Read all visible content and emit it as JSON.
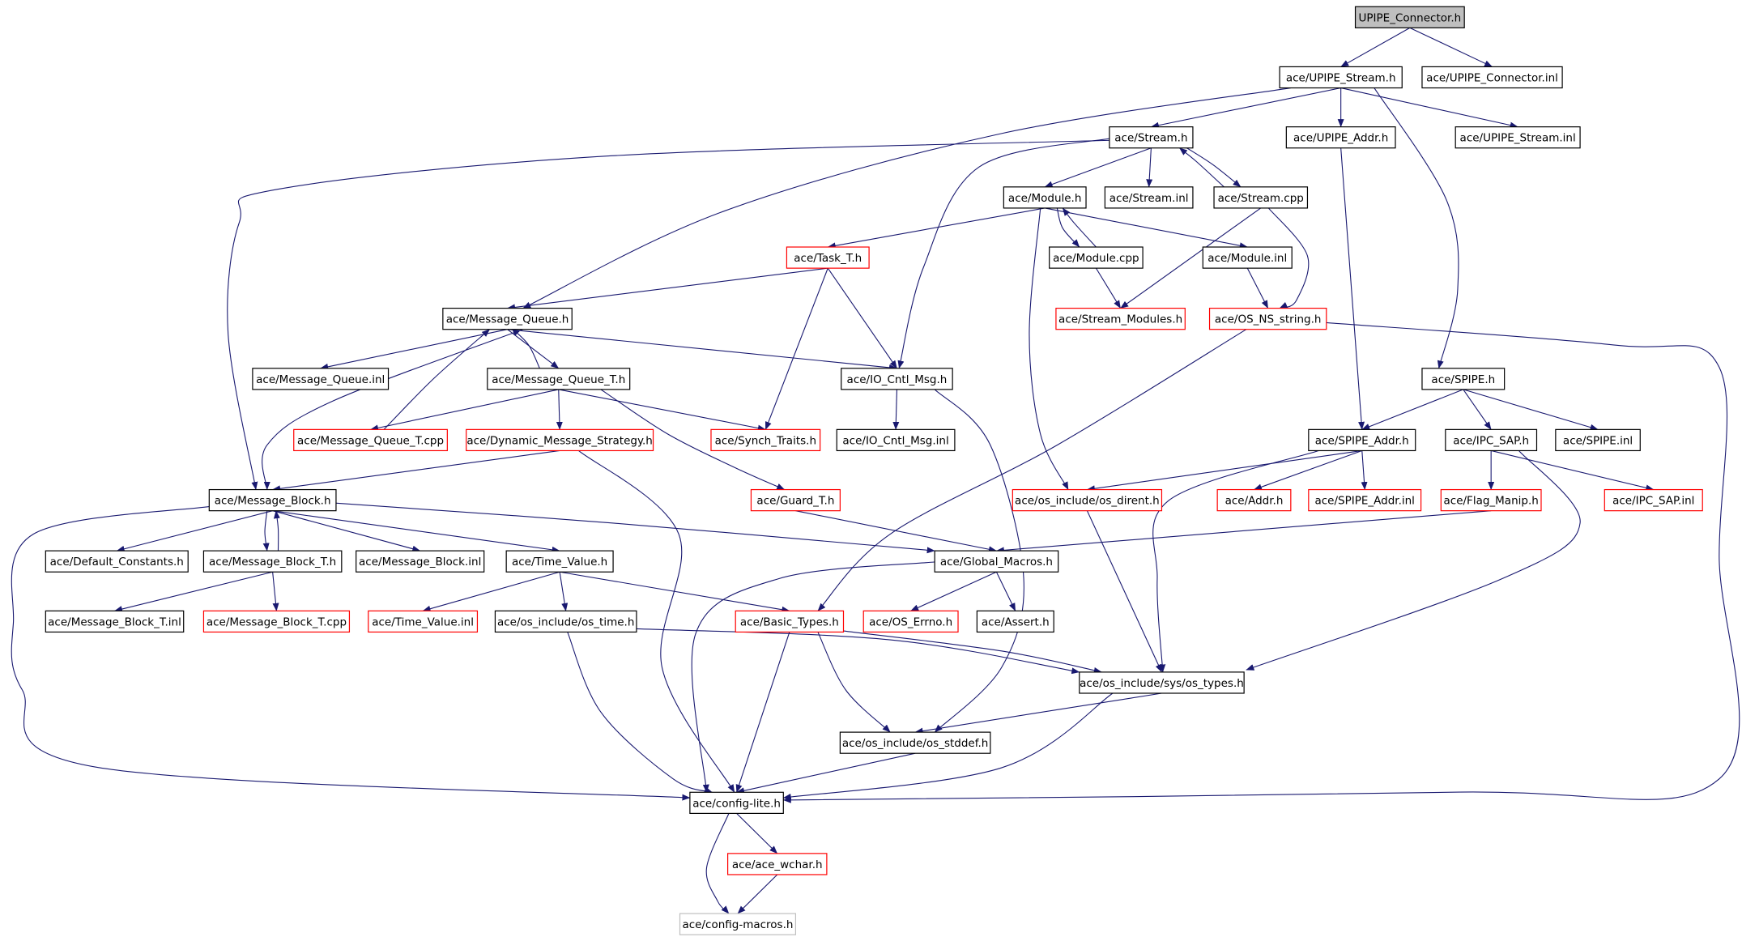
{
  "colors": {
    "edge": "#191970",
    "root_fill": "#bfbfbf",
    "normal_border": "#000000",
    "truncated_border": "#ff0000",
    "faded_border": "#bfbfbf",
    "text": "#000000"
  },
  "nodes": {
    "upipe_connector_h": {
      "label": "UPIPE_Connector.h",
      "style": "root"
    },
    "upipe_stream_h": {
      "label": "ace/UPIPE_Stream.h",
      "style": "normal"
    },
    "upipe_connector_inl": {
      "label": "ace/UPIPE_Connector.inl",
      "style": "normal"
    },
    "stream_h": {
      "label": "ace/Stream.h",
      "style": "normal"
    },
    "upipe_addr_h": {
      "label": "ace/UPIPE_Addr.h",
      "style": "normal"
    },
    "upipe_stream_inl": {
      "label": "ace/UPIPE_Stream.inl",
      "style": "normal"
    },
    "module_h": {
      "label": "ace/Module.h",
      "style": "normal"
    },
    "stream_inl": {
      "label": "ace/Stream.inl",
      "style": "normal"
    },
    "stream_cpp": {
      "label": "ace/Stream.cpp",
      "style": "normal"
    },
    "task_t_h": {
      "label": "ace/Task_T.h",
      "style": "truncated"
    },
    "module_cpp": {
      "label": "ace/Module.cpp",
      "style": "normal"
    },
    "module_inl": {
      "label": "ace/Module.inl",
      "style": "normal"
    },
    "message_queue_h": {
      "label": "ace/Message_Queue.h",
      "style": "normal"
    },
    "stream_modules_h": {
      "label": "ace/Stream_Modules.h",
      "style": "truncated"
    },
    "os_ns_string_h": {
      "label": "ace/OS_NS_string.h",
      "style": "truncated"
    },
    "message_queue_inl": {
      "label": "ace/Message_Queue.inl",
      "style": "normal"
    },
    "message_queue_t_h": {
      "label": "ace/Message_Queue_T.h",
      "style": "normal"
    },
    "io_cntl_msg_h": {
      "label": "ace/IO_Cntl_Msg.h",
      "style": "normal"
    },
    "spipe_h": {
      "label": "ace/SPIPE.h",
      "style": "normal"
    },
    "message_queue_t_cpp": {
      "label": "ace/Message_Queue_T.cpp",
      "style": "truncated"
    },
    "dynamic_message_strategy_h": {
      "label": "ace/Dynamic_Message_Strategy.h",
      "style": "truncated"
    },
    "synch_traits_h": {
      "label": "ace/Synch_Traits.h",
      "style": "truncated"
    },
    "io_cntl_msg_inl": {
      "label": "ace/IO_Cntl_Msg.inl",
      "style": "normal"
    },
    "spipe_addr_h": {
      "label": "ace/SPIPE_Addr.h",
      "style": "normal"
    },
    "ipc_sap_h": {
      "label": "ace/IPC_SAP.h",
      "style": "normal"
    },
    "spipe_inl": {
      "label": "ace/SPIPE.inl",
      "style": "normal"
    },
    "message_block_h": {
      "label": "ace/Message_Block.h",
      "style": "normal"
    },
    "guard_t_h": {
      "label": "ace/Guard_T.h",
      "style": "truncated"
    },
    "os_dirent_h": {
      "label": "ace/os_include/os_dirent.h",
      "style": "truncated"
    },
    "addr_h": {
      "label": "ace/Addr.h",
      "style": "truncated"
    },
    "spipe_addr_inl": {
      "label": "ace/SPIPE_Addr.inl",
      "style": "truncated"
    },
    "flag_manip_h": {
      "label": "ace/Flag_Manip.h",
      "style": "truncated"
    },
    "ipc_sap_inl": {
      "label": "ace/IPC_SAP.inl",
      "style": "truncated"
    },
    "default_constants_h": {
      "label": "ace/Default_Constants.h",
      "style": "normal"
    },
    "message_block_t_h": {
      "label": "ace/Message_Block_T.h",
      "style": "normal"
    },
    "message_block_inl": {
      "label": "ace/Message_Block.inl",
      "style": "normal"
    },
    "time_value_h": {
      "label": "ace/Time_Value.h",
      "style": "normal"
    },
    "global_macros_h": {
      "label": "ace/Global_Macros.h",
      "style": "normal"
    },
    "message_block_t_inl": {
      "label": "ace/Message_Block_T.inl",
      "style": "normal"
    },
    "message_block_t_cpp": {
      "label": "ace/Message_Block_T.cpp",
      "style": "truncated"
    },
    "time_value_inl": {
      "label": "ace/Time_Value.inl",
      "style": "truncated"
    },
    "os_time_h": {
      "label": "ace/os_include/os_time.h",
      "style": "normal"
    },
    "basic_types_h": {
      "label": "ace/Basic_Types.h",
      "style": "truncated"
    },
    "os_errno_h": {
      "label": "ace/OS_Errno.h",
      "style": "truncated"
    },
    "assert_h": {
      "label": "ace/Assert.h",
      "style": "normal"
    },
    "os_types_h": {
      "label": "ace/os_include/sys/os_types.h",
      "style": "normal"
    },
    "os_stddef_h": {
      "label": "ace/os_include/os_stddef.h",
      "style": "normal"
    },
    "config_lite_h": {
      "label": "ace/config-lite.h",
      "style": "normal"
    },
    "ace_wchar_h": {
      "label": "ace/ace_wchar.h",
      "style": "truncated"
    },
    "config_macros_h": {
      "label": "ace/config-macros.h",
      "style": "faded"
    }
  },
  "edges": [
    [
      "upipe_connector_h",
      "upipe_stream_h"
    ],
    [
      "upipe_connector_h",
      "upipe_connector_inl"
    ],
    [
      "upipe_stream_h",
      "stream_h"
    ],
    [
      "upipe_stream_h",
      "upipe_addr_h"
    ],
    [
      "upipe_stream_h",
      "upipe_stream_inl"
    ],
    [
      "upipe_stream_h",
      "message_queue_h"
    ],
    [
      "upipe_stream_h",
      "spipe_h"
    ],
    [
      "stream_h",
      "module_h"
    ],
    [
      "stream_h",
      "stream_inl"
    ],
    [
      "stream_h",
      "stream_cpp"
    ],
    [
      "stream_h",
      "io_cntl_msg_h"
    ],
    [
      "stream_h",
      "message_block_h"
    ],
    [
      "stream_cpp",
      "stream_h"
    ],
    [
      "stream_cpp",
      "stream_modules_h"
    ],
    [
      "stream_cpp",
      "os_ns_string_h"
    ],
    [
      "module_h",
      "task_t_h"
    ],
    [
      "module_h",
      "module_cpp"
    ],
    [
      "module_h",
      "module_inl"
    ],
    [
      "module_h",
      "os_dirent_h"
    ],
    [
      "module_cpp",
      "module_h"
    ],
    [
      "module_cpp",
      "stream_modules_h"
    ],
    [
      "module_inl",
      "os_ns_string_h"
    ],
    [
      "task_t_h",
      "message_queue_h"
    ],
    [
      "task_t_h",
      "synch_traits_h"
    ],
    [
      "task_t_h",
      "io_cntl_msg_h"
    ],
    [
      "message_queue_h",
      "message_queue_inl"
    ],
    [
      "message_queue_h",
      "message_queue_t_h"
    ],
    [
      "message_queue_h",
      "io_cntl_msg_h"
    ],
    [
      "message_queue_h",
      "message_block_h"
    ],
    [
      "message_queue_t_h",
      "message_queue_h"
    ],
    [
      "message_queue_t_h",
      "message_queue_t_cpp"
    ],
    [
      "message_queue_t_h",
      "dynamic_message_strategy_h"
    ],
    [
      "message_queue_t_h",
      "synch_traits_h"
    ],
    [
      "message_queue_t_h",
      "guard_t_h"
    ],
    [
      "message_queue_t_cpp",
      "message_queue_h"
    ],
    [
      "dynamic_message_strategy_h",
      "message_block_h"
    ],
    [
      "dynamic_message_strategy_h",
      "config_lite_h"
    ],
    [
      "io_cntl_msg_h",
      "io_cntl_msg_inl"
    ],
    [
      "io_cntl_msg_h",
      "os_stddef_h"
    ],
    [
      "os_ns_string_h",
      "basic_types_h"
    ],
    [
      "os_ns_string_h",
      "config_lite_h"
    ],
    [
      "upipe_addr_h",
      "spipe_addr_h"
    ],
    [
      "spipe_h",
      "spipe_addr_h"
    ],
    [
      "spipe_h",
      "ipc_sap_h"
    ],
    [
      "spipe_h",
      "spipe_inl"
    ],
    [
      "spipe_addr_h",
      "os_dirent_h"
    ],
    [
      "spipe_addr_h",
      "addr_h"
    ],
    [
      "spipe_addr_h",
      "spipe_addr_inl"
    ],
    [
      "spipe_addr_h",
      "os_types_h"
    ],
    [
      "ipc_sap_h",
      "flag_manip_h"
    ],
    [
      "ipc_sap_h",
      "ipc_sap_inl"
    ],
    [
      "ipc_sap_h",
      "os_types_h"
    ],
    [
      "flag_manip_h",
      "global_macros_h"
    ],
    [
      "guard_t_h",
      "global_macros_h"
    ],
    [
      "os_dirent_h",
      "os_types_h"
    ],
    [
      "message_block_h",
      "default_constants_h"
    ],
    [
      "message_block_h",
      "message_block_t_h"
    ],
    [
      "message_block_h",
      "message_block_inl"
    ],
    [
      "message_block_h",
      "time_value_h"
    ],
    [
      "message_block_h",
      "global_macros_h"
    ],
    [
      "message_block_h",
      "config_lite_h"
    ],
    [
      "message_block_t_h",
      "message_block_h"
    ],
    [
      "message_block_t_h",
      "message_block_t_inl"
    ],
    [
      "message_block_t_h",
      "message_block_t_cpp"
    ],
    [
      "time_value_h",
      "time_value_inl"
    ],
    [
      "time_value_h",
      "os_time_h"
    ],
    [
      "time_value_h",
      "basic_types_h"
    ],
    [
      "global_macros_h",
      "os_errno_h"
    ],
    [
      "global_macros_h",
      "assert_h"
    ],
    [
      "global_macros_h",
      "config_lite_h"
    ],
    [
      "os_time_h",
      "os_types_h"
    ],
    [
      "os_time_h",
      "config_lite_h"
    ],
    [
      "basic_types_h",
      "os_types_h"
    ],
    [
      "basic_types_h",
      "os_stddef_h"
    ],
    [
      "basic_types_h",
      "config_lite_h"
    ],
    [
      "os_types_h",
      "os_stddef_h"
    ],
    [
      "os_types_h",
      "config_lite_h"
    ],
    [
      "os_stddef_h",
      "config_lite_h"
    ],
    [
      "config_lite_h",
      "ace_wchar_h"
    ],
    [
      "config_lite_h",
      "config_macros_h"
    ],
    [
      "ace_wchar_h",
      "config_macros_h"
    ]
  ]
}
